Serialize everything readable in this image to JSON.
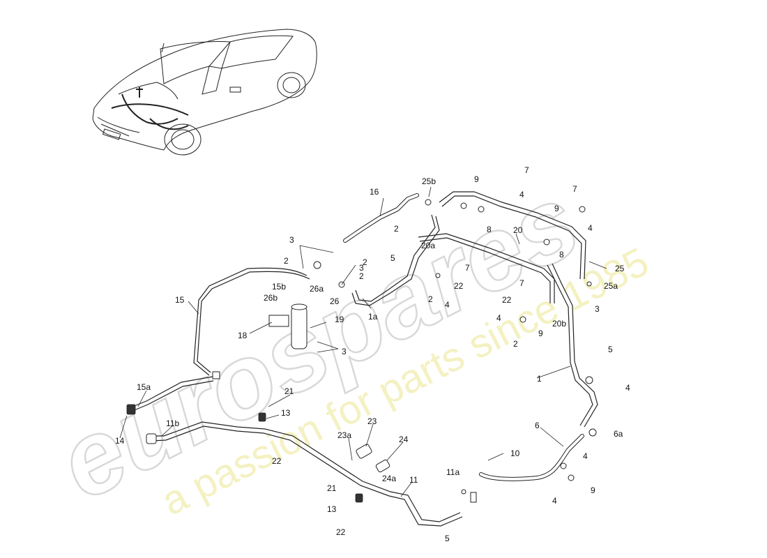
{
  "watermark": {
    "brand": "eurospares",
    "tagline": "a passion for parts since 1985"
  },
  "labels": {
    "p1": "1",
    "p1a": "1a",
    "p2a": "2",
    "p2b": "2",
    "p2c": "2",
    "p2d": "2",
    "p2e": "2",
    "p2f": "2",
    "p3a": "3",
    "p3b": "3",
    "p3c": "3",
    "p3d": "3",
    "p4a": "4",
    "p4b": "4",
    "p4c": "4",
    "p4d": "4",
    "p4e": "4",
    "p4f": "4",
    "p4g": "4",
    "p5a": "5",
    "p5b": "5",
    "p5c": "5",
    "p6": "6",
    "p6a": "6a",
    "p7a": "7",
    "p7b": "7",
    "p7c": "7",
    "p7d": "7",
    "p8a": "8",
    "p8b": "8",
    "p9a": "9",
    "p9b": "9",
    "p9c": "9",
    "p9d": "9",
    "p10": "10",
    "p11": "11",
    "p11a": "11a",
    "p11b": "11b",
    "p13a": "13",
    "p13b": "13",
    "p14": "14",
    "p15": "15",
    "p15a": "15a",
    "p15b": "15b",
    "p16": "16",
    "p18": "18",
    "p19": "19",
    "p20": "20",
    "p20a": "20a",
    "p20b": "20b",
    "p21a": "21",
    "p21b": "21",
    "p22a": "22",
    "p22b": "22",
    "p22c": "22",
    "p22d": "22",
    "p23": "23",
    "p23a": "23a",
    "p24": "24",
    "p24a": "24a",
    "p25": "25",
    "p25a": "25a",
    "p25b": "25b",
    "p26": "26",
    "p26a": "26a",
    "p26b": "26b"
  }
}
